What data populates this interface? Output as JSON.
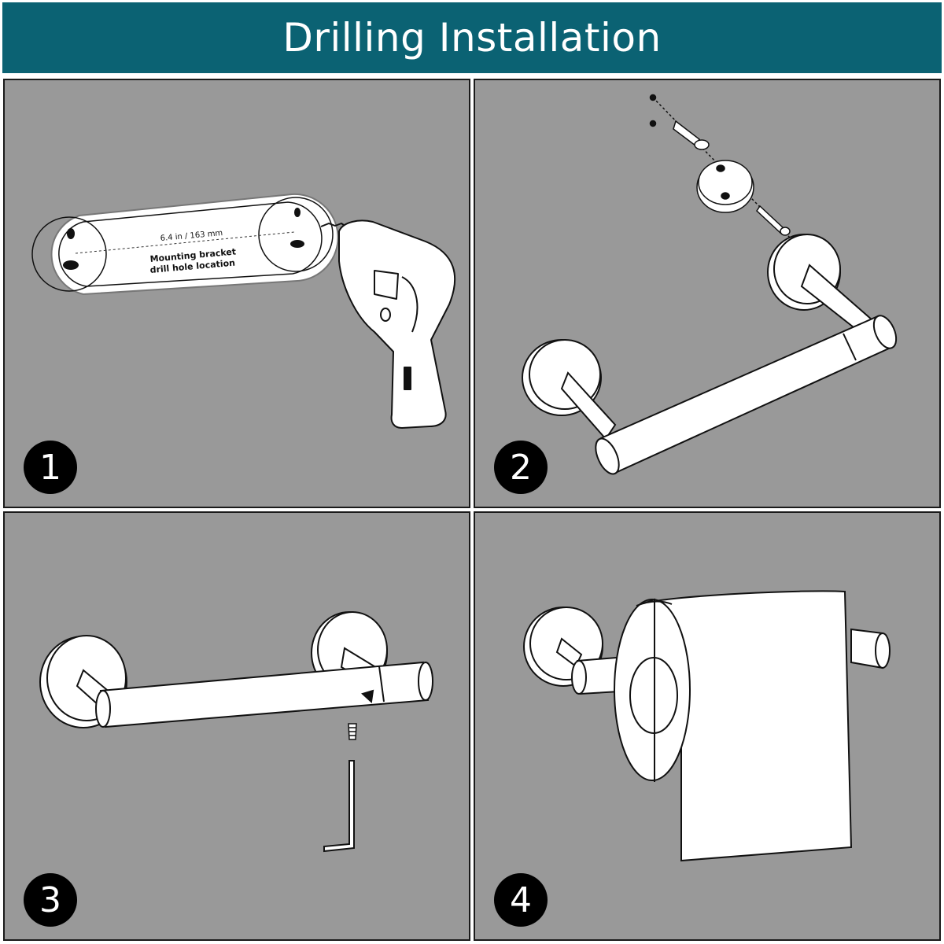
{
  "header": {
    "title": "Drilling Installation"
  },
  "steps": [
    {
      "number": "1",
      "measurement": "6.4 in / 163 mm",
      "caption_line1": "Mounting bracket",
      "caption_line2": "drill hole location"
    },
    {
      "number": "2"
    },
    {
      "number": "3"
    },
    {
      "number": "4"
    }
  ],
  "colors": {
    "header_bg": "#0b6273",
    "panel_bg": "#999999",
    "badge_bg": "#000000"
  },
  "icons": [
    "drill-icon",
    "wall-anchor-icon",
    "screw-icon",
    "mounting-bracket-icon",
    "toilet-paper-holder-icon",
    "set-screw-icon",
    "allen-key-icon",
    "toilet-paper-roll-icon"
  ]
}
